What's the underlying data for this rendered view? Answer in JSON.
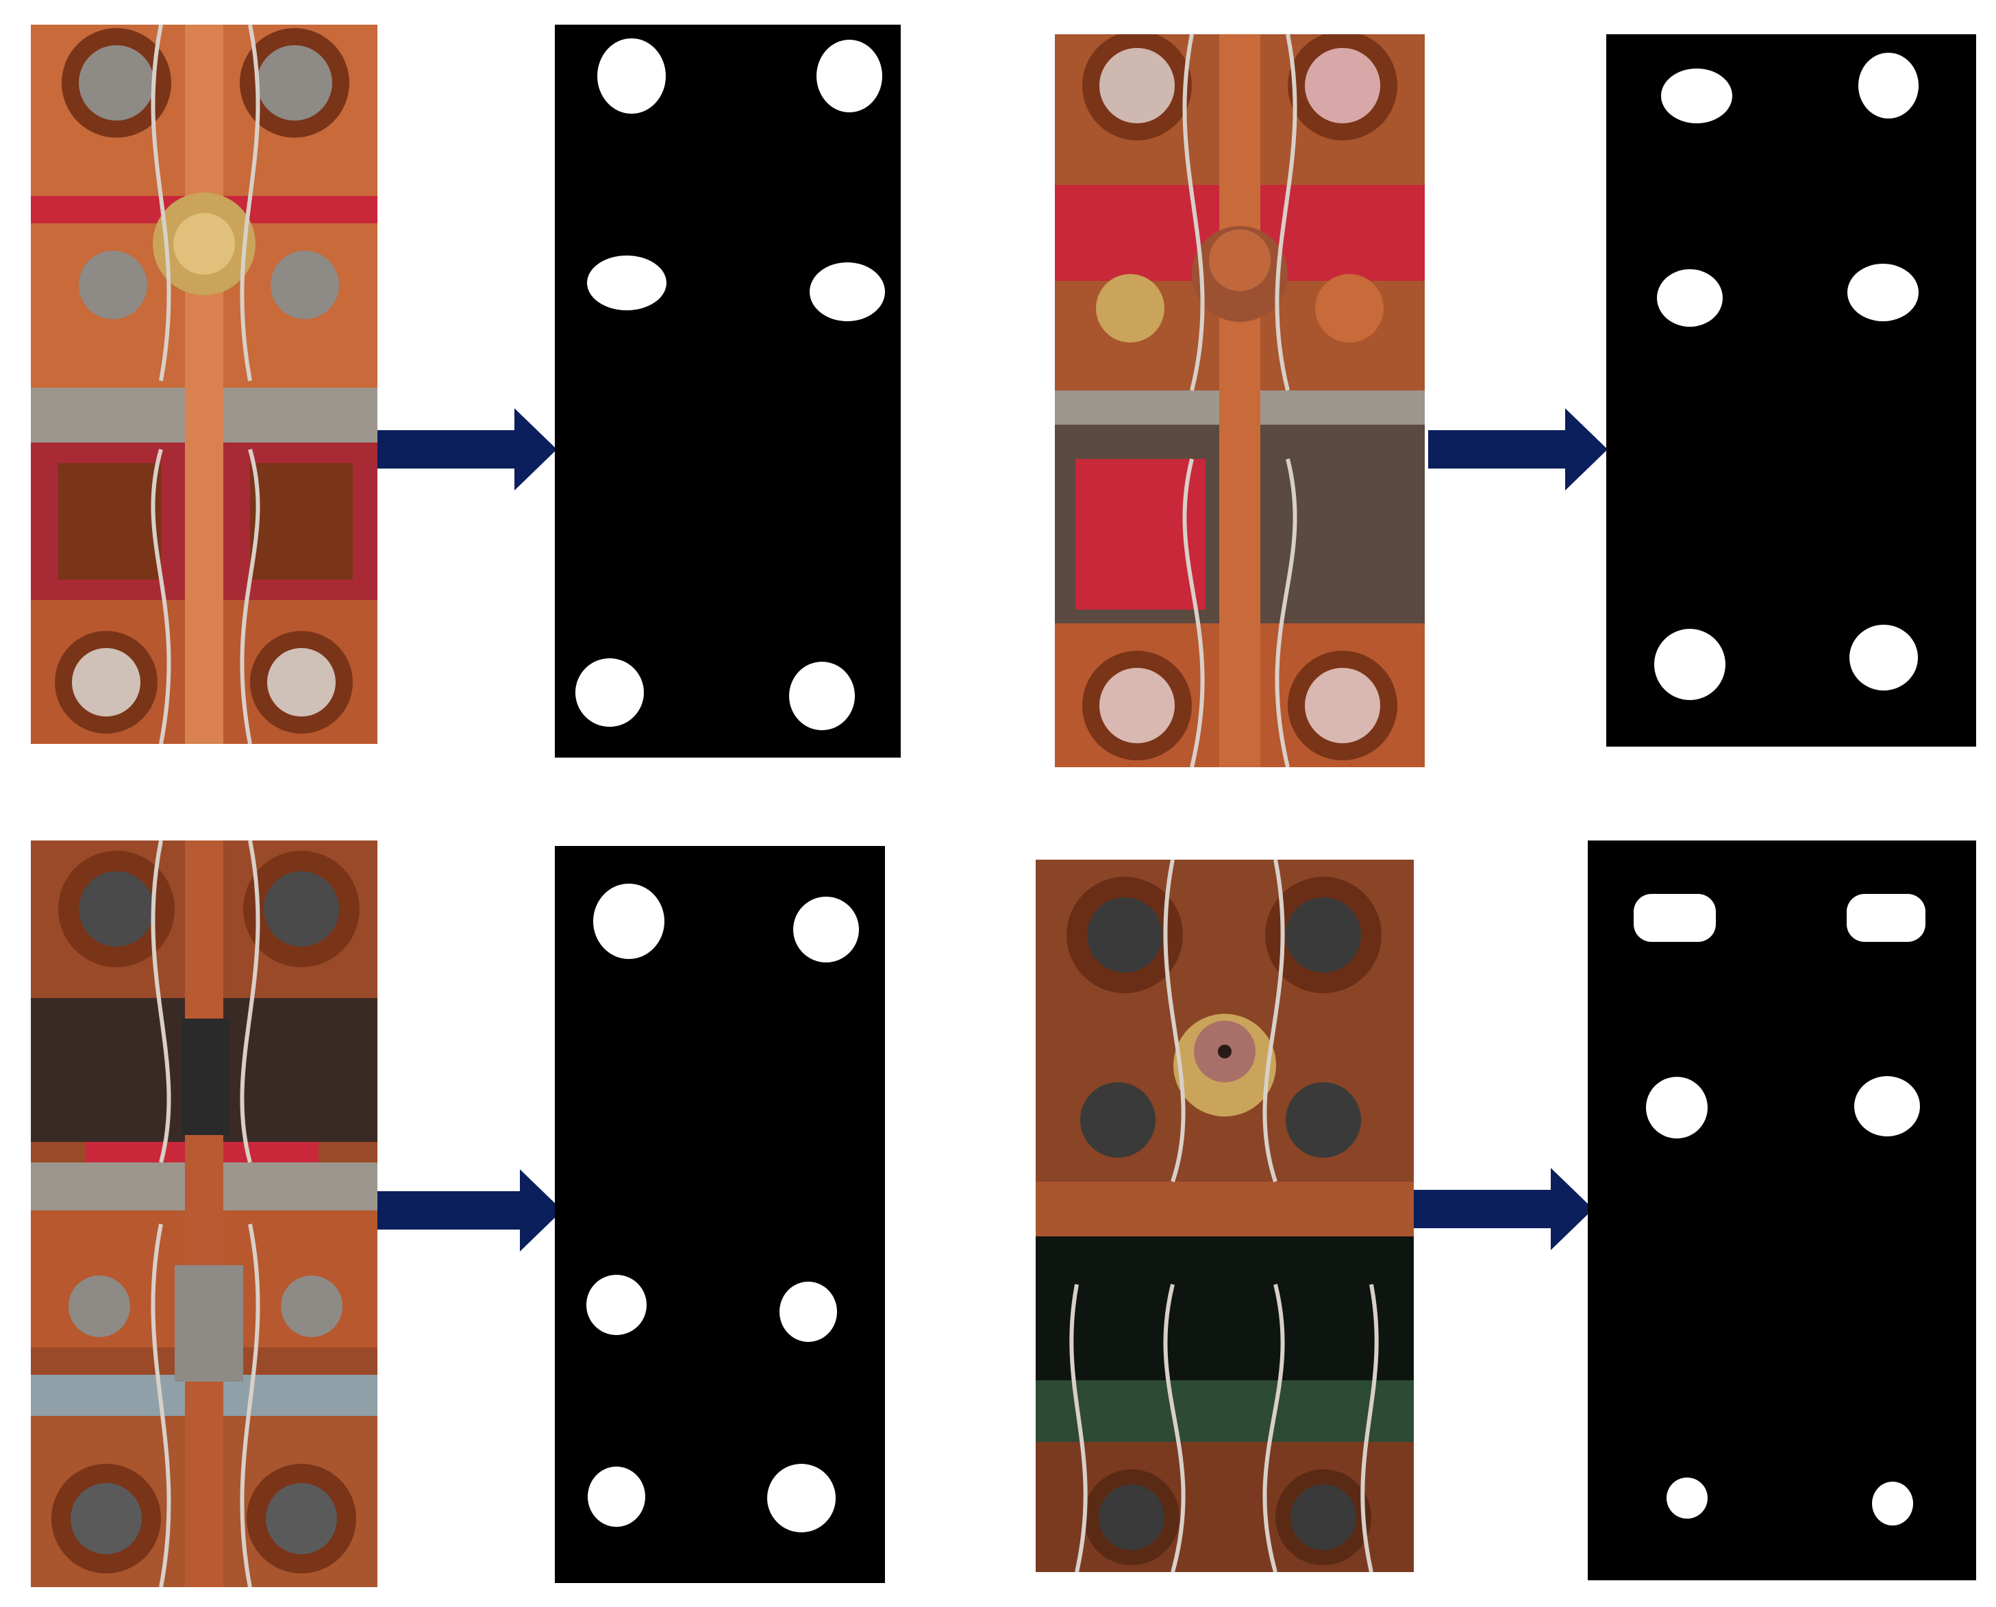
{
  "colors": {
    "background": "#ffffff",
    "mask_background": "#000000",
    "mask_blob": "#ffffff",
    "arrow": "#0a1f5c",
    "copper": "#b8582e",
    "copper_dark": "#7a3418",
    "copper_light": "#d9824f",
    "brass": "#c9a45a",
    "screw_grey": "#8e8a86",
    "red_paint": "#c8283a",
    "steel": "#9d968c",
    "dark_gap": "#3a1e14",
    "green_board": "#2d4a34"
  },
  "panels": [
    {
      "name": "top-left",
      "photo_icon": "relay-contacts-photo",
      "mask_icon": "segmentation-mask",
      "blob_count": 6
    },
    {
      "name": "top-right",
      "photo_icon": "relay-contacts-photo",
      "mask_icon": "segmentation-mask",
      "blob_count": 6
    },
    {
      "name": "bottom-left",
      "photo_icon": "relay-contacts-photo",
      "mask_icon": "segmentation-mask",
      "blob_count": 6
    },
    {
      "name": "bottom-right",
      "photo_icon": "relay-contacts-photo",
      "mask_icon": "segmentation-mask",
      "blob_count": 6
    }
  ]
}
